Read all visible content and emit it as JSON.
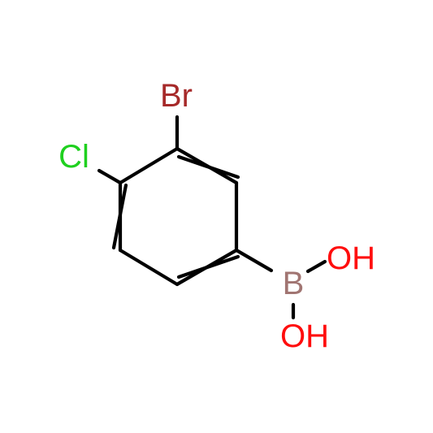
{
  "molecule": {
    "atoms": {
      "br": {
        "label": "Br",
        "color": "#a62929"
      },
      "cl": {
        "label": "Cl",
        "color": "#1fd01f"
      },
      "b": {
        "label": "B",
        "color": "#a17572"
      },
      "oh_top": {
        "label": "OH",
        "color": "#ff0d0d"
      },
      "oh_bottom": {
        "label": "OH",
        "color": "#ff0d0d"
      }
    },
    "bond_color": "#000000"
  }
}
